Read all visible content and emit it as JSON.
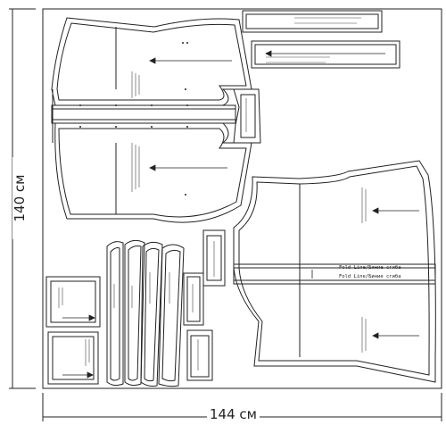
{
  "dimensions": {
    "height_label": "140 см",
    "width_label": "144 см"
  },
  "pattern_text": {
    "fold_line_1": "Fold Line/Биние сгиба",
    "fold_line_2": "Fold Line/Биние сгиба"
  },
  "colors": {
    "line": "#222222",
    "background": "#ffffff"
  }
}
